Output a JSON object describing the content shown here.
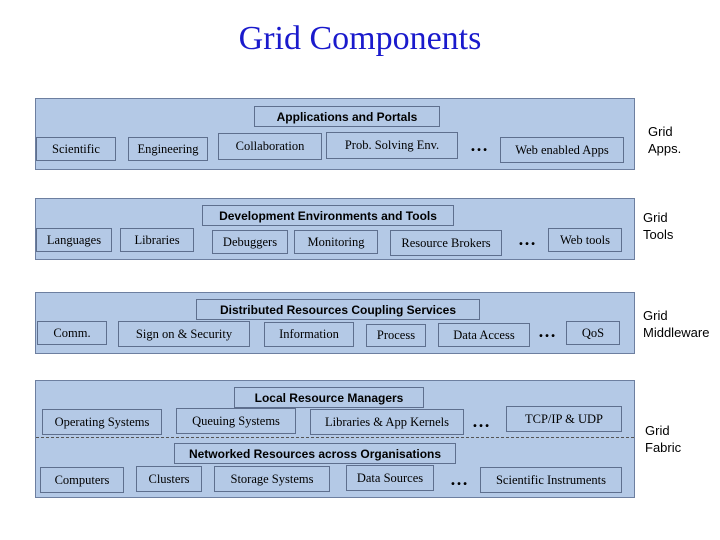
{
  "title": "Grid Components",
  "layers": [
    {
      "header": "Applications and Portals",
      "side_label": [
        "Grid",
        "Apps."
      ],
      "items": [
        "Scientific",
        "Engineering",
        "Collaboration",
        "Prob. Solving Env.",
        "Web enabled Apps"
      ],
      "ellipsis": "…"
    },
    {
      "header": "Development Environments and Tools",
      "side_label": [
        "Grid",
        "Tools"
      ],
      "items": [
        "Languages",
        "Libraries",
        "Debuggers",
        "Monitoring",
        "Resource Brokers",
        "Web tools"
      ],
      "ellipsis": "…"
    },
    {
      "header": "Distributed Resources Coupling Services",
      "side_label": [
        "Grid",
        "Middleware"
      ],
      "items": [
        "Comm.",
        "Sign on & Security",
        "Information",
        "Process",
        "Data Access",
        "QoS"
      ],
      "ellipsis": "…"
    },
    {
      "header": "Local Resource Managers",
      "header2": "Networked Resources across Organisations",
      "side_label": [
        "Grid",
        "Fabric"
      ],
      "items": [
        "Operating Systems",
        "Queuing Systems",
        "Libraries & App Kernels",
        "TCP/IP & UDP"
      ],
      "items2": [
        "Computers",
        "Clusters",
        "Storage Systems",
        "Data Sources",
        "Scientific Instruments"
      ],
      "ellipsis": "…"
    }
  ]
}
